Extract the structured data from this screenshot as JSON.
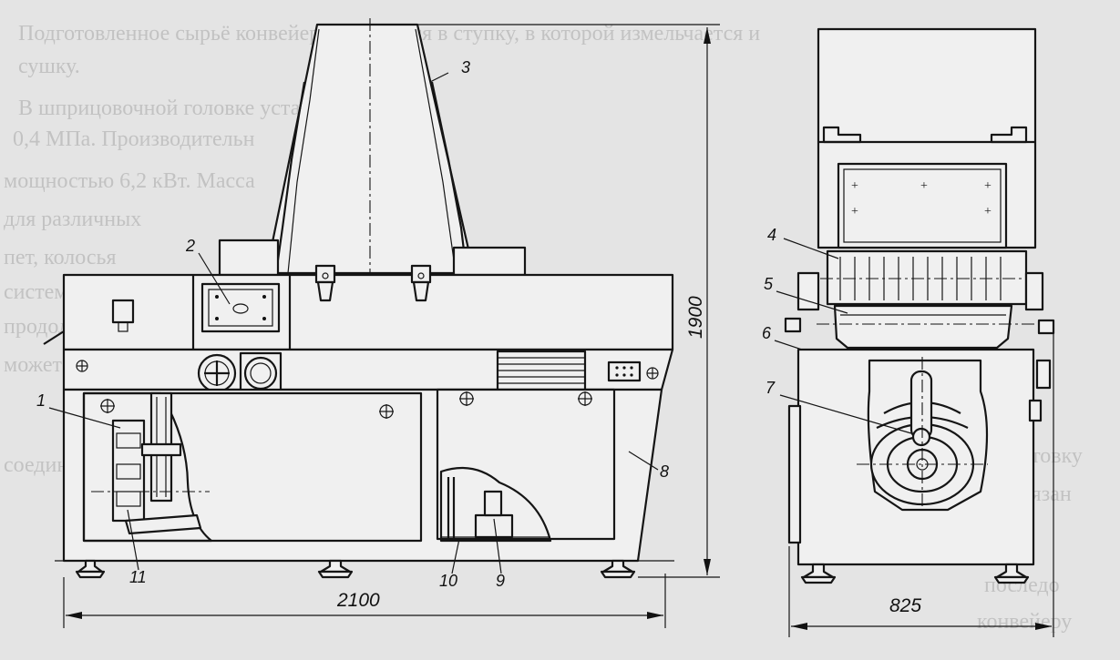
{
  "background_text": [
    "Подготовленное сырьё конвейером подается в ступку, в которой измельчается и",
    "сушку.",
    "В шприцовочной головке установлены",
    "0,4 МПа. Производительн",
    "мощностью 6,2 кВт. Масса",
    "для различных",
    "пет, колосья",
    "систем. Ширина",
    "продолжит",
    "может в то",
    "соединенно",
    "заготовку",
    "связан",
    "последо",
    "конвейеру"
  ],
  "labels": {
    "l1": "1",
    "l2": "2",
    "l3": "3",
    "l4": "4",
    "l5": "5",
    "l6": "6",
    "l7": "7",
    "l8": "8",
    "l9": "9",
    "l10": "10",
    "l11": "11"
  },
  "dimensions": {
    "width_front": "2100",
    "height": "1900",
    "width_side": "825"
  }
}
